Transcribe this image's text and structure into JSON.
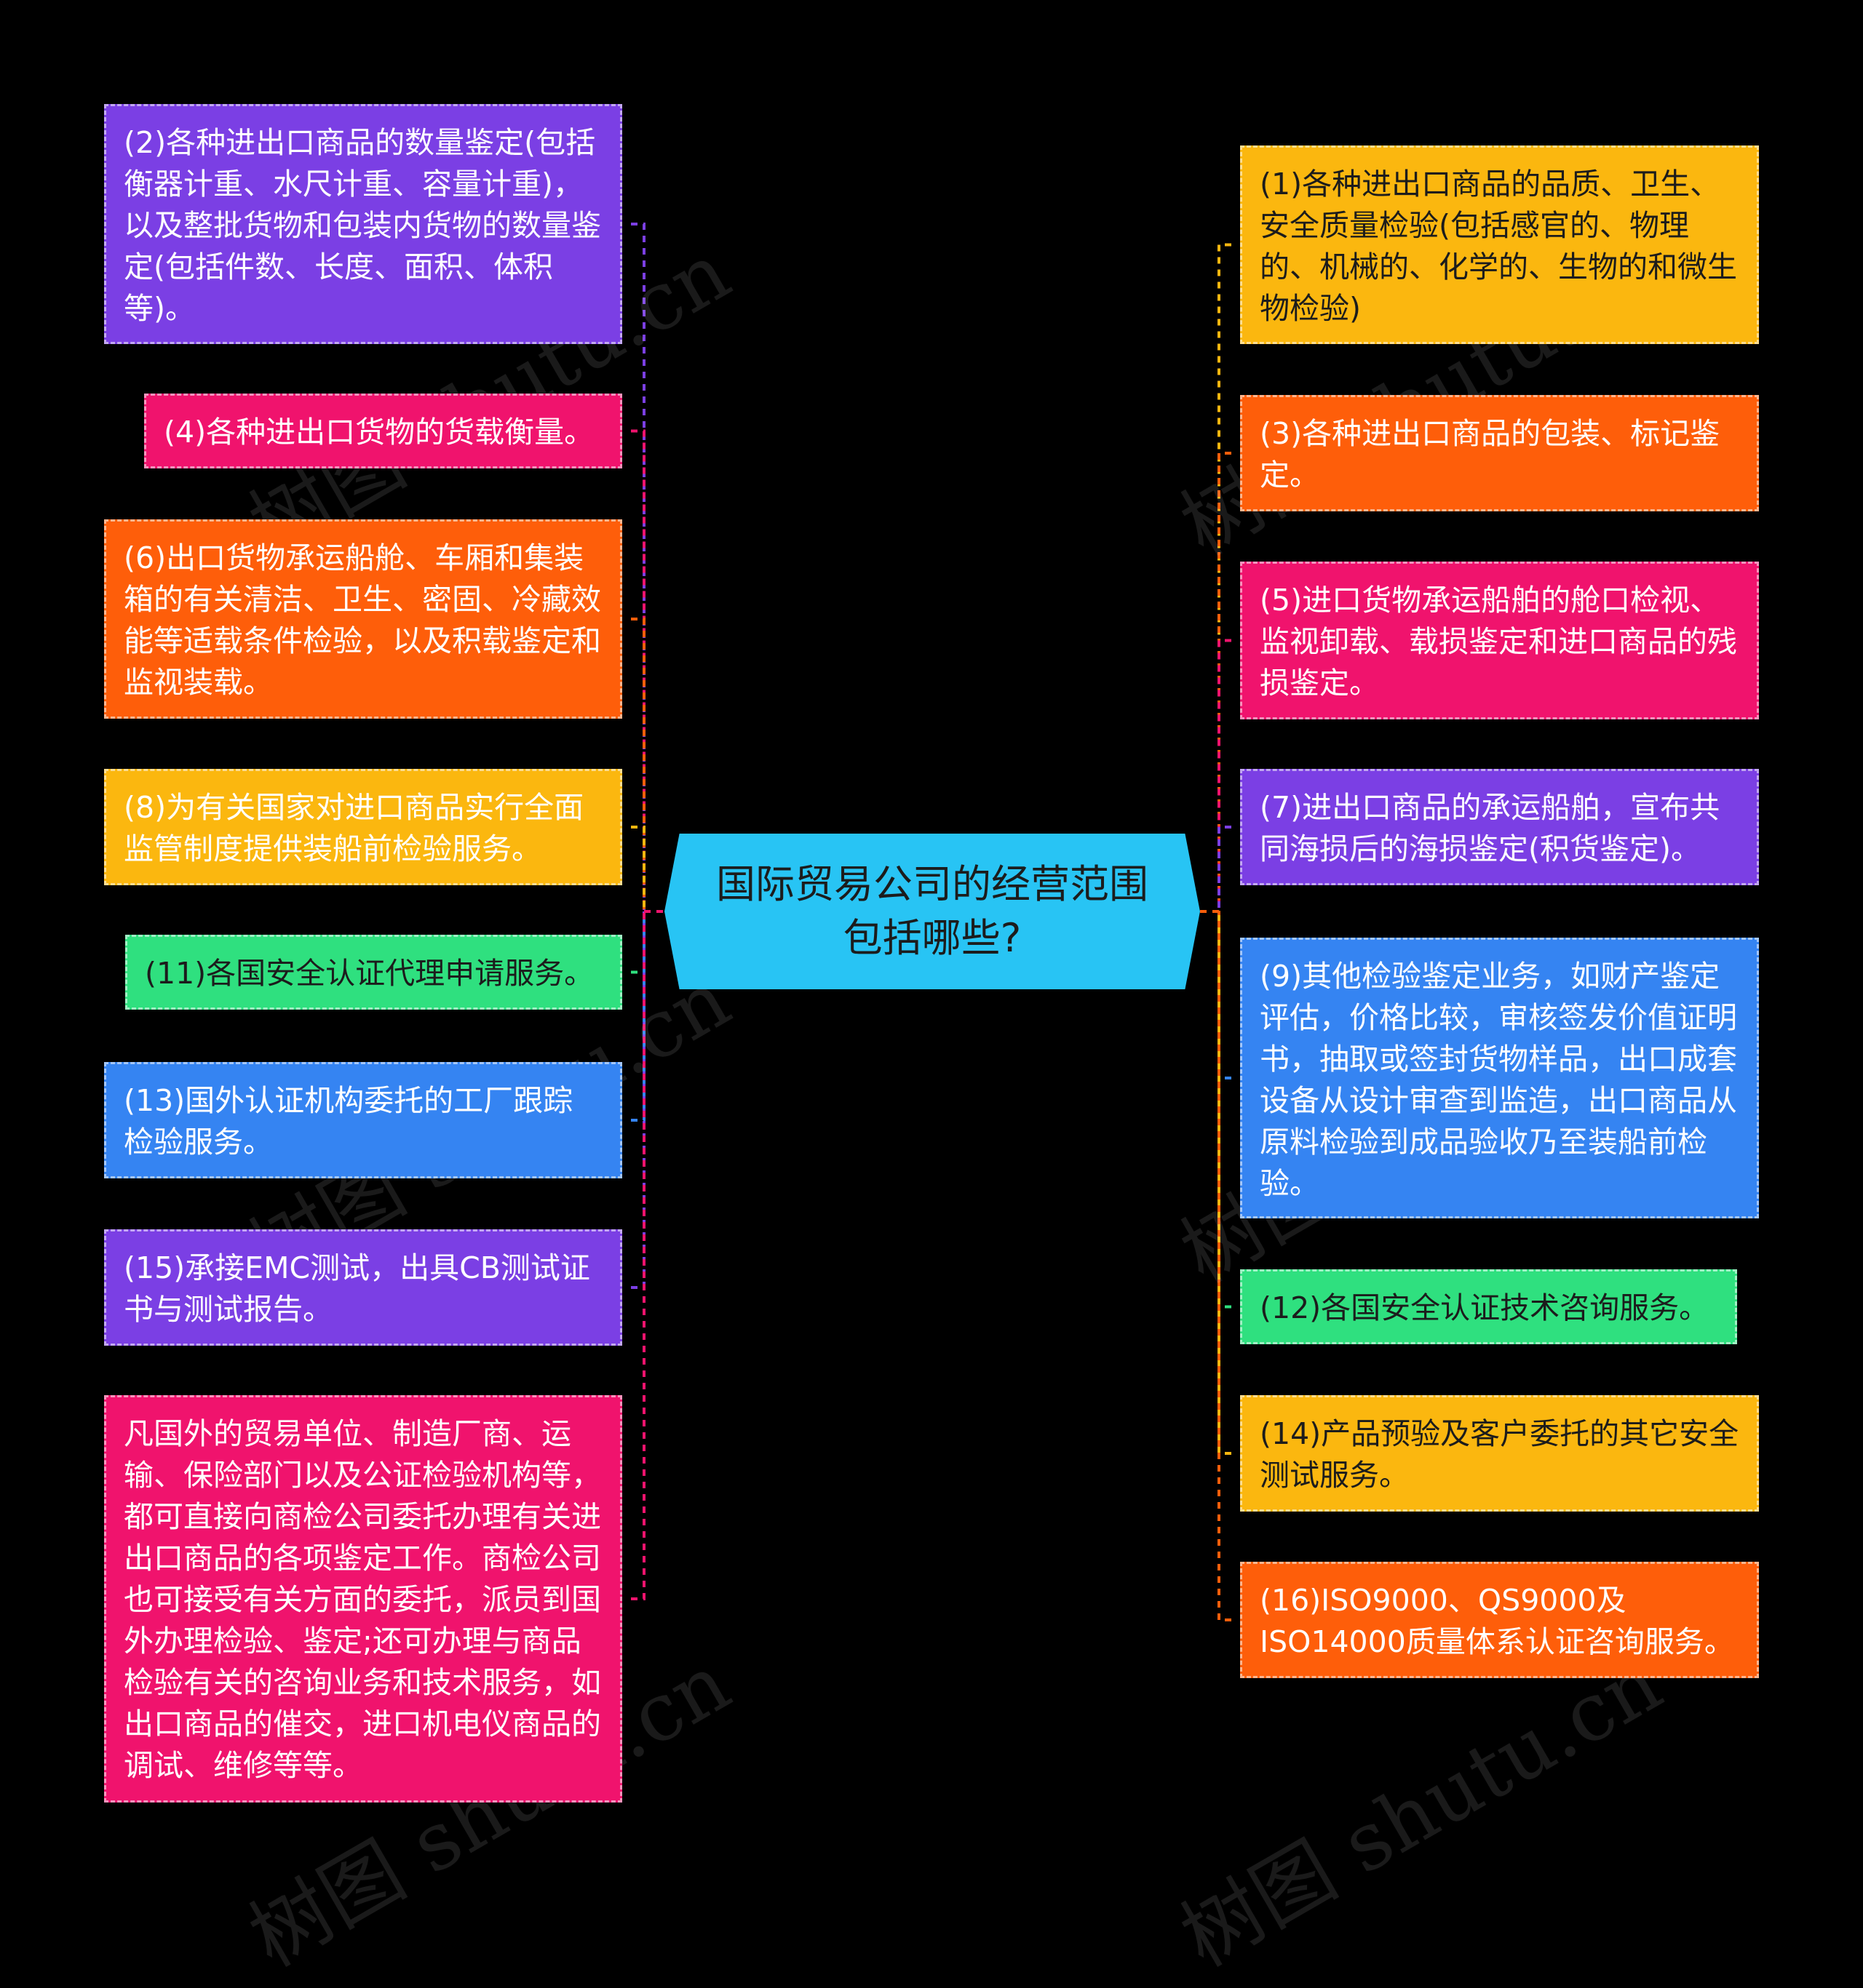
{
  "center": {
    "text": "国际贸易公司的经营范围包括哪些?",
    "color": "#28c4f4"
  },
  "left_nodes": [
    {
      "text": "(2)各种进出口商品的数量鉴定(包括衡器计重、水尺计重、容量计重)，以及整批货物和包装内货物的数量鉴定(包括件数、长度、面积、体积等)。",
      "color": "#7b3fe4"
    },
    {
      "text": "(4)各种进出口货物的货载衡量。",
      "color": "#f0136d"
    },
    {
      "text": "(6)出口货物承运船舱、车厢和集装箱的有关清洁、卫生、密固、冷藏效能等适载条件检验，以及积载鉴定和监视装载。",
      "color": "#fe5e0a"
    },
    {
      "text": "(8)为有关国家对进口商品实行全面监管制度提供装船前检验服务。",
      "color": "#fbb70f"
    },
    {
      "text": "(11)各国安全认证代理申请服务。",
      "color": "#2fe07f"
    },
    {
      "text": "(13)国外认证机构委托的工厂跟踪检验服务。",
      "color": "#3584f2"
    },
    {
      "text": "(15)承接EMC测试，出具CB测试证书与测试报告。",
      "color": "#7b3fe4"
    },
    {
      "text": "凡国外的贸易单位、制造厂商、运输、保险部门以及公证检验机构等，都可直接向商检公司委托办理有关进出口商品的各项鉴定工作。商检公司也可接受有关方面的委托，派员到国外办理检验、鉴定;还可办理与商品检验有关的咨询业务和技术服务，如出口商品的催交，进口机电仪商品的调试、维修等等。",
      "color": "#f0136d"
    }
  ],
  "right_nodes": [
    {
      "text": "(1)各种进出口商品的品质、卫生、安全质量检验(包括感官的、物理的、机械的、化学的、生物的和微生物检验)",
      "color": "#fbb70f"
    },
    {
      "text": "(3)各种进出口商品的包装、标记鉴定。",
      "color": "#fe5e0a"
    },
    {
      "text": "(5)进口货物承运船舶的舱口检视、监视卸载、载损鉴定和进口商品的残损鉴定。",
      "color": "#f0136d"
    },
    {
      "text": "(7)进出口商品的承运船舶，宣布共同海损后的海损鉴定(积货鉴定)。",
      "color": "#7b3fe4"
    },
    {
      "text": "(9)其他检验鉴定业务，如财产鉴定评估，价格比较，审核签发价值证明书，抽取或签封货物样品，出口成套设备从设计审查到监造，出口商品从原料检验到成品验收乃至装船前检验。",
      "color": "#3584f2"
    },
    {
      "text": "(12)各国安全认证技术咨询服务。",
      "color": "#2fe07f"
    },
    {
      "text": "(14)产品预验及客户委托的其它安全测试服务。",
      "color": "#fbb70f"
    },
    {
      "text": "(16)ISO9000、QS9000及ISO14000质量体系认证咨询服务。",
      "color": "#fe5e0a"
    }
  ],
  "watermark": "树图 shutu.cn"
}
